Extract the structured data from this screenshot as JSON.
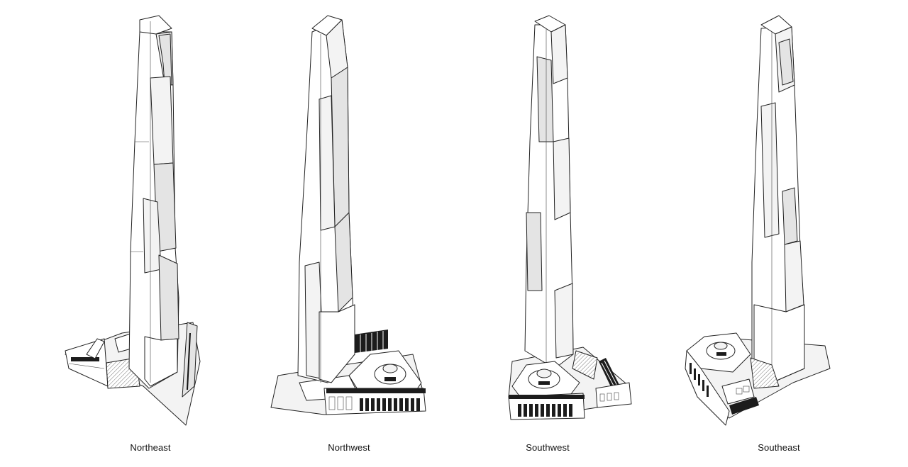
{
  "views": [
    {
      "id": "northeast",
      "label": "Northeast"
    },
    {
      "id": "northwest",
      "label": "Northwest"
    },
    {
      "id": "southwest",
      "label": "Southwest"
    },
    {
      "id": "southeast",
      "label": "Southeast"
    }
  ]
}
